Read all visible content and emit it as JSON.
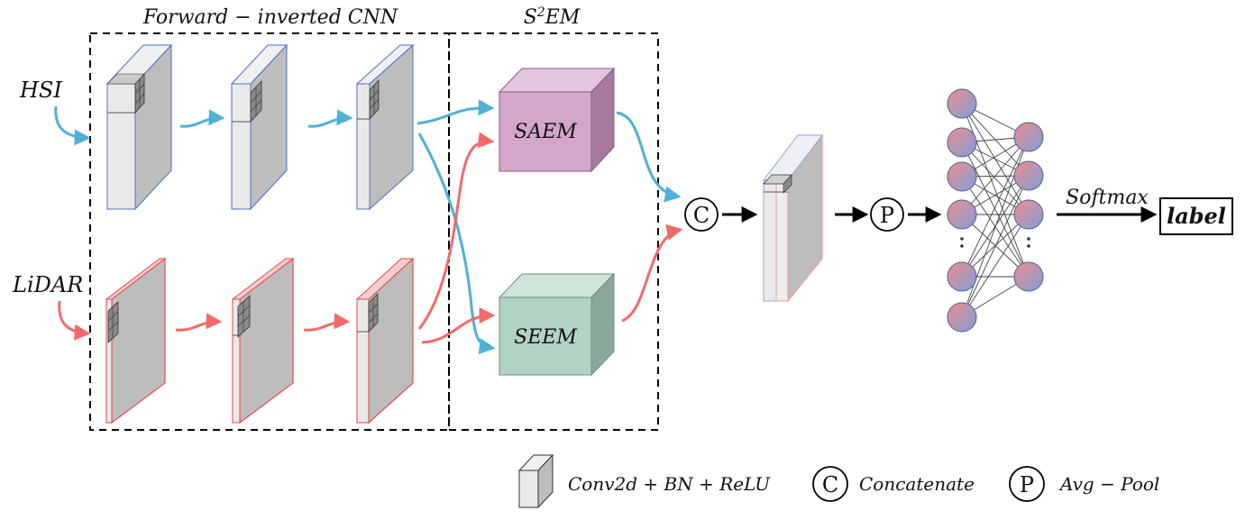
{
  "inputs": {
    "hsi": "HSI",
    "lidar": "LiDAR"
  },
  "groups": {
    "cnn_title": "Forward − inverted CNN",
    "s2em_title_base": "S",
    "s2em_title_sup": "2",
    "s2em_title_rest": "EM"
  },
  "modules": {
    "saem": "SAEM",
    "seem": "SEEM"
  },
  "operators": {
    "concat": "C",
    "pool": "P"
  },
  "output": {
    "softmax": "Softmax",
    "label": "label"
  },
  "legend": {
    "conv": "Conv2d + BN + ReLU",
    "concat_symbol": "C",
    "concat": "Concatenate",
    "pool_symbol": "P",
    "pool": "Avg − Pool"
  },
  "colors": {
    "hsi_blue": "#4fb0d6",
    "lidar_red": "#f26a6a",
    "saem_fill": "#d4a7c9",
    "seem_fill": "#b2d3c4",
    "block_gray": "#bdbdbd",
    "node_blue": "#7e9fd8",
    "node_pink": "#ef8c8c"
  }
}
